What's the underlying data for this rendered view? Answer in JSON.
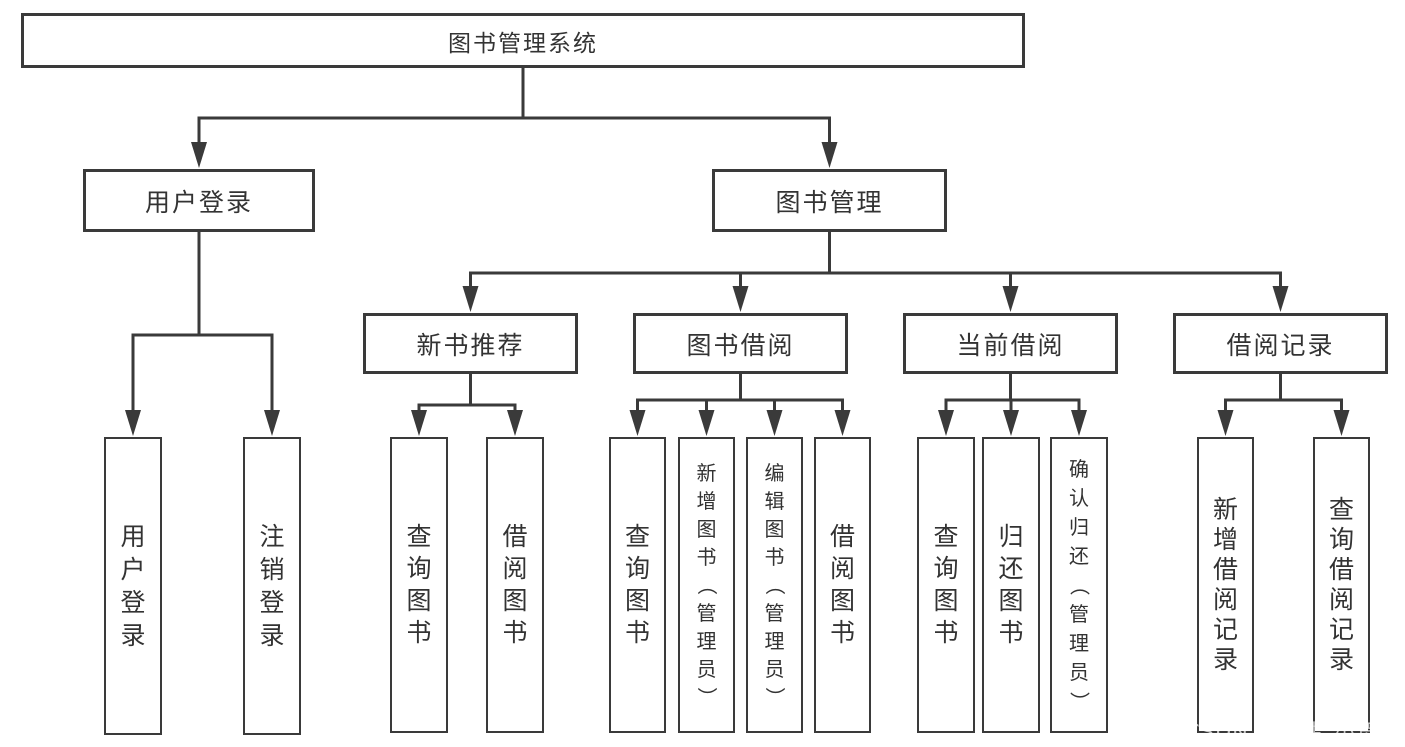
{
  "diagram": {
    "colors": {
      "line": "#3a3a3a",
      "box_border": "#3a3a3a",
      "text": "#333333",
      "background": "#ffffff",
      "watermark": "#c9c9c9"
    },
    "nodes": [
      {
        "id": "root",
        "label": "图书管理系统",
        "orientation": "horizontal"
      },
      {
        "id": "user-login",
        "label": "用户登录",
        "orientation": "horizontal"
      },
      {
        "id": "book-management",
        "label": "图书管理",
        "orientation": "horizontal"
      },
      {
        "id": "login",
        "label": "用户登录",
        "orientation": "vertical"
      },
      {
        "id": "logout",
        "label": "注销登录",
        "orientation": "vertical"
      },
      {
        "id": "new-book-recommend",
        "label": "新书推荐",
        "orientation": "horizontal"
      },
      {
        "id": "book-borrow",
        "label": "图书借阅",
        "orientation": "horizontal"
      },
      {
        "id": "current-borrow",
        "label": "当前借阅",
        "orientation": "horizontal"
      },
      {
        "id": "borrow-records",
        "label": "借阅记录",
        "orientation": "horizontal"
      },
      {
        "id": "nb-query-books",
        "label": "查询图书",
        "orientation": "vertical"
      },
      {
        "id": "nb-borrow-books",
        "label": "借阅图书",
        "orientation": "vertical"
      },
      {
        "id": "bb-query-books",
        "label": "查询图书",
        "orientation": "vertical"
      },
      {
        "id": "bb-add-books",
        "label": "新增图书（管理员）",
        "orientation": "vertical"
      },
      {
        "id": "bb-edit-books",
        "label": "编辑图书（管理员）",
        "orientation": "vertical"
      },
      {
        "id": "bb-borrow-books",
        "label": "借阅图书",
        "orientation": "vertical"
      },
      {
        "id": "cb-query-books",
        "label": "查询图书",
        "orientation": "vertical"
      },
      {
        "id": "cb-return-books",
        "label": "归还图书",
        "orientation": "vertical"
      },
      {
        "id": "cb-confirm-return",
        "label": "确认归还（管理员）",
        "orientation": "vertical"
      },
      {
        "id": "br-add-record",
        "label": "新增借阅记录",
        "orientation": "vertical"
      },
      {
        "id": "br-query-record",
        "label": "查询借阅记录",
        "orientation": "vertical"
      }
    ],
    "edges": [
      {
        "from": "root",
        "to": [
          "user-login",
          "book-management"
        ]
      },
      {
        "from": "user-login",
        "to": [
          "login",
          "logout"
        ]
      },
      {
        "from": "book-management",
        "to": [
          "new-book-recommend",
          "book-borrow",
          "current-borrow",
          "borrow-records"
        ]
      },
      {
        "from": "new-book-recommend",
        "to": [
          "nb-query-books",
          "nb-borrow-books"
        ]
      },
      {
        "from": "book-borrow",
        "to": [
          "bb-query-books",
          "bb-add-books",
          "bb-edit-books",
          "bb-borrow-books"
        ]
      },
      {
        "from": "current-borrow",
        "to": [
          "cb-query-books",
          "cb-return-books",
          "cb-confirm-return"
        ]
      },
      {
        "from": "borrow-records",
        "to": [
          "br-add-record",
          "br-query-record"
        ]
      }
    ]
  },
  "watermark": {
    "text": "CSDN @软件_小贺同学"
  }
}
